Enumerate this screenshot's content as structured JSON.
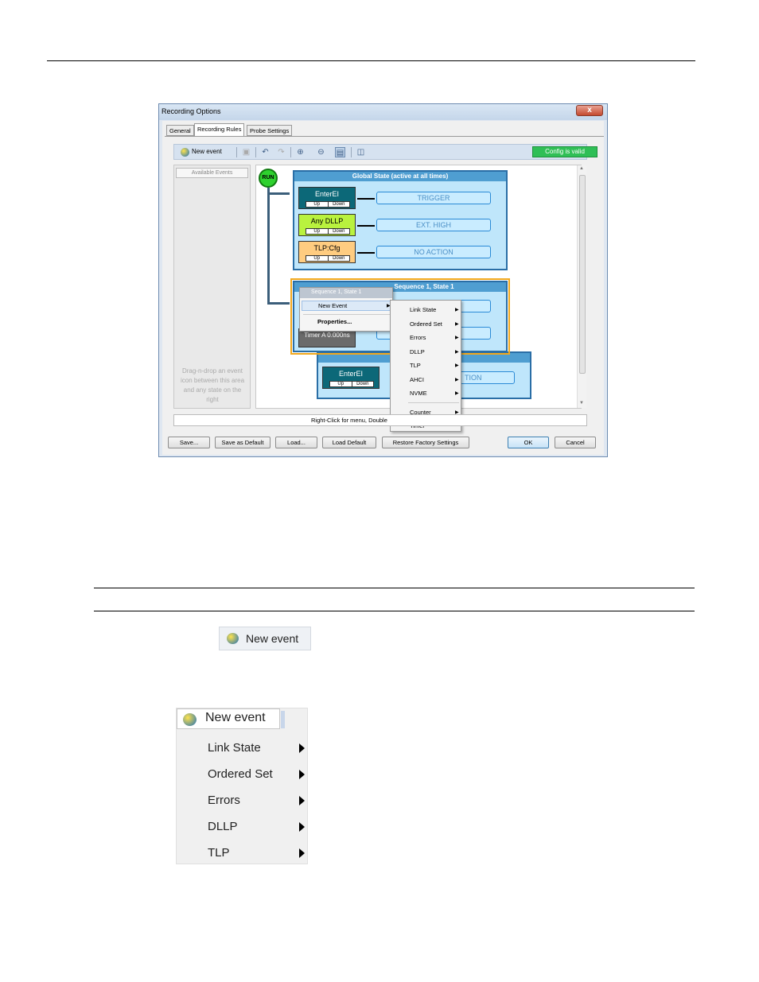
{
  "window": {
    "title": "Recording Options",
    "close_label": "x",
    "tabs": [
      "General",
      "Recording Rules",
      "Probe Settings"
    ],
    "toolbar": {
      "new_event": "New event",
      "config_status": "Config is valid"
    },
    "left_panel": {
      "header": "Available Events",
      "hint": "Drag-n-drop an event icon between this area and any state on the right"
    },
    "canvas": {
      "run_label": "RUN",
      "global_state": {
        "title": "Global State (active at all times)",
        "rows": [
          {
            "event": "EnterEI",
            "action": "TRIGGER"
          },
          {
            "event": "Any DLLP",
            "action": "EXT. HIGH"
          },
          {
            "event": "TLP:Cfg",
            "action": "NO ACTION"
          }
        ]
      },
      "up_label": "Up",
      "down_label": "Down",
      "sequence_state": {
        "title": "Sequence 1, State 1",
        "timer": "Timer A 0.000ns"
      },
      "state2": {
        "event": "EnterEI",
        "action_partial": "TION"
      }
    },
    "context_menu": {
      "header": "Sequence 1, State 1",
      "items": [
        "New Event",
        "Properties..."
      ]
    },
    "submenu": {
      "items": [
        "Link State",
        "Ordered Set",
        "Errors",
        "DLLP",
        "TLP",
        "AHCI",
        "NVME",
        "Counter",
        "Timer"
      ]
    },
    "status_text": "Right-Click for menu, Double",
    "buttons": [
      "Save...",
      "Save as Default",
      "Load...",
      "Load Default",
      "Restore Factory Settings",
      "OK",
      "Cancel"
    ]
  },
  "zoom_button": {
    "label": "New event"
  },
  "zoom_menu": {
    "button": "New event",
    "items": [
      "Link State",
      "Ordered Set",
      "Errors",
      "DLLP",
      "TLP"
    ]
  }
}
